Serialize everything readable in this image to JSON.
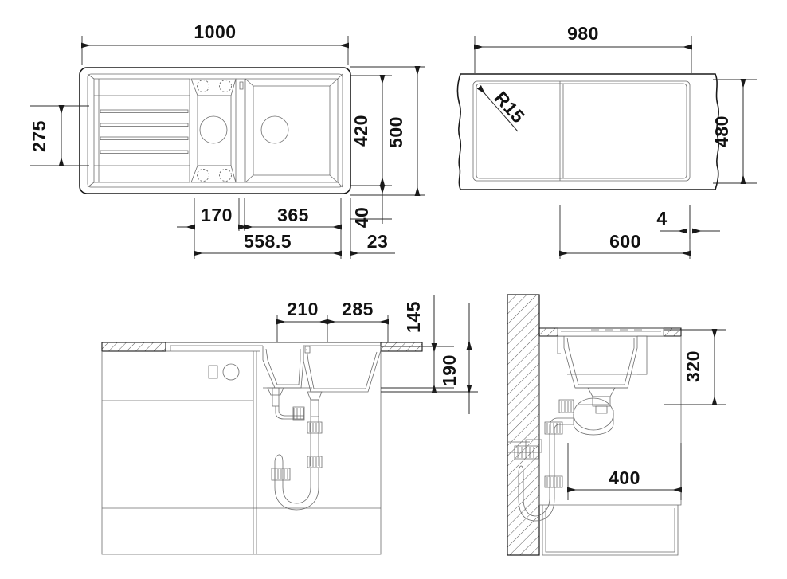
{
  "drawing": {
    "title": "Kitchen sink technical dimension drawing",
    "units": "mm",
    "line_color": "#1a1a1a",
    "thin_color": "#6b6b6b",
    "background": "#ffffff"
  },
  "views": {
    "plan_sink": {
      "name": "Sink top plan view",
      "dimensions": {
        "overall_width": "1000",
        "drainboard_height": "275",
        "bowl_inner_height": "420",
        "overall_height": "500",
        "rim_bottom": "40",
        "small_bowl_width": "170",
        "large_bowl_width": "365",
        "combined_width": "558.5",
        "right_edge": "23"
      }
    },
    "plan_cutout": {
      "name": "Worktop cutout plan view",
      "dimensions": {
        "cutout_width": "980",
        "cutout_height": "480",
        "radius": "R15",
        "offset_600": "600",
        "gap_4": "4"
      }
    },
    "elevation_front": {
      "name": "Front elevation section with cabinet and siphon",
      "dimensions": {
        "drain_offset_left": "210",
        "drain_offset_right": "285",
        "bowl_depth_small": "145",
        "bowl_depth_large": "190"
      }
    },
    "elevation_side": {
      "name": "Side elevation section against wall",
      "dimensions": {
        "clearance_height": "320",
        "cabinet_depth": "400"
      }
    }
  },
  "labels": {
    "d1000": "1000",
    "d275": "275",
    "d420": "420",
    "d500": "500",
    "d40": "40",
    "d170": "170",
    "d365": "365",
    "d5585": "558.5",
    "d23": "23",
    "d980": "980",
    "d480": "480",
    "dR15": "R15",
    "d600": "600",
    "d4": "4",
    "d210": "210",
    "d285": "285",
    "d145": "145",
    "d190": "190",
    "d320": "320",
    "d400": "400"
  }
}
